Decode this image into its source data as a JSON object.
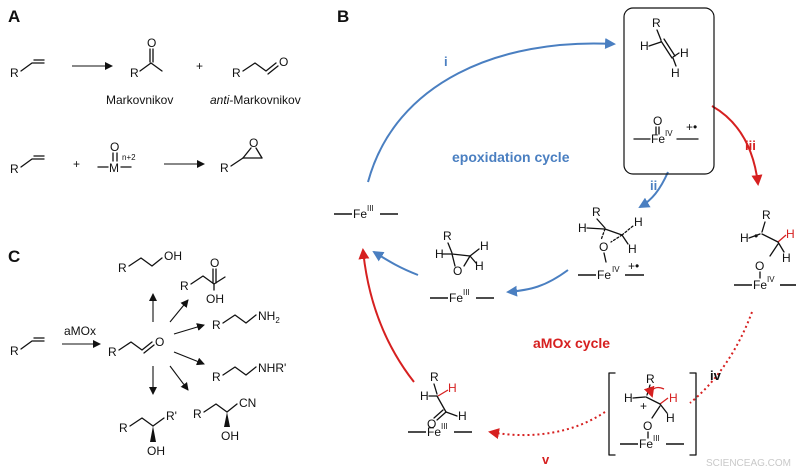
{
  "panels": {
    "a": "A",
    "b": "B",
    "c": "C"
  },
  "panel_a": {
    "markovnikov": "Markovnikov",
    "anti_prefix": "anti",
    "anti_rest": "-Markovnikov",
    "plus": "+"
  },
  "panel_c": {
    "reagent": "aMOx"
  },
  "atoms": {
    "R": "R",
    "O": "O",
    "H": "H",
    "M": "M",
    "n2": "n+2",
    "OH": "OH",
    "NH2": "NH",
    "NH2_sub": "2",
    "NHR": "NHR'",
    "Rp": "R'",
    "CN": "CN",
    "Fe": "Fe",
    "III": "III",
    "IV": "IV",
    "plus_dot": "+•",
    "plus": "+",
    "dot": "•"
  },
  "cycle": {
    "epoxidation": "epoxidation cycle",
    "amox": "aMOx cycle",
    "steps": {
      "i": "i",
      "ii": "ii",
      "iii": "iii",
      "iv": "iv",
      "v": "v"
    }
  },
  "watermark": "SCIENCEAG.COM",
  "colors": {
    "blue": "#4a7fc1",
    "red": "#d62020",
    "black": "#111111"
  }
}
